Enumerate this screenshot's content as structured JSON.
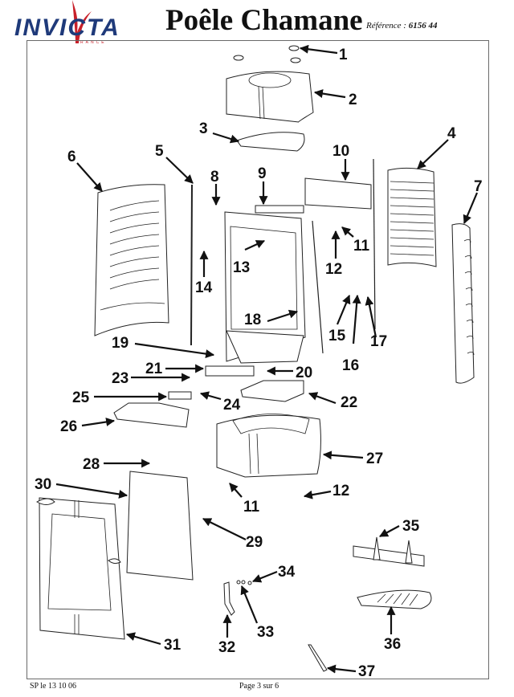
{
  "header": {
    "brand": "INVICTA",
    "brand_sub": "FRANCE",
    "title": "Poêle Chamane",
    "reference_label": "Référence :",
    "reference_value": "6156 44"
  },
  "colors": {
    "brand_blue": "#1f3a7a",
    "brand_red": "#c8202a",
    "frame": "#6a6a6a"
  },
  "diagram": {
    "type": "exploded-parts-view",
    "callouts": [
      {
        "id": "1",
        "label": "1"
      },
      {
        "id": "2",
        "label": "2"
      },
      {
        "id": "3",
        "label": "3"
      },
      {
        "id": "4",
        "label": "4"
      },
      {
        "id": "5",
        "label": "5"
      },
      {
        "id": "6",
        "label": "6"
      },
      {
        "id": "7",
        "label": "7"
      },
      {
        "id": "8",
        "label": "8"
      },
      {
        "id": "9",
        "label": "9"
      },
      {
        "id": "10",
        "label": "10"
      },
      {
        "id": "11a",
        "label": "11"
      },
      {
        "id": "12a",
        "label": "12"
      },
      {
        "id": "13",
        "label": "13"
      },
      {
        "id": "14",
        "label": "14"
      },
      {
        "id": "15",
        "label": "15"
      },
      {
        "id": "16",
        "label": "16"
      },
      {
        "id": "17",
        "label": "17"
      },
      {
        "id": "18",
        "label": "18"
      },
      {
        "id": "19",
        "label": "19"
      },
      {
        "id": "20",
        "label": "20"
      },
      {
        "id": "21",
        "label": "21"
      },
      {
        "id": "22",
        "label": "22"
      },
      {
        "id": "23",
        "label": "23"
      },
      {
        "id": "24",
        "label": "24"
      },
      {
        "id": "25",
        "label": "25"
      },
      {
        "id": "26",
        "label": "26"
      },
      {
        "id": "27",
        "label": "27"
      },
      {
        "id": "28",
        "label": "28"
      },
      {
        "id": "29",
        "label": "29"
      },
      {
        "id": "30",
        "label": "30"
      },
      {
        "id": "11b",
        "label": "11"
      },
      {
        "id": "12b",
        "label": "12"
      },
      {
        "id": "31",
        "label": "31"
      },
      {
        "id": "32",
        "label": "32"
      },
      {
        "id": "33",
        "label": "33"
      },
      {
        "id": "34",
        "label": "34"
      },
      {
        "id": "35",
        "label": "35"
      },
      {
        "id": "36",
        "label": "36"
      },
      {
        "id": "37",
        "label": "37"
      }
    ]
  },
  "footer": {
    "left": "SP  le 13 10 06",
    "center": "Page 3 sur 6"
  }
}
